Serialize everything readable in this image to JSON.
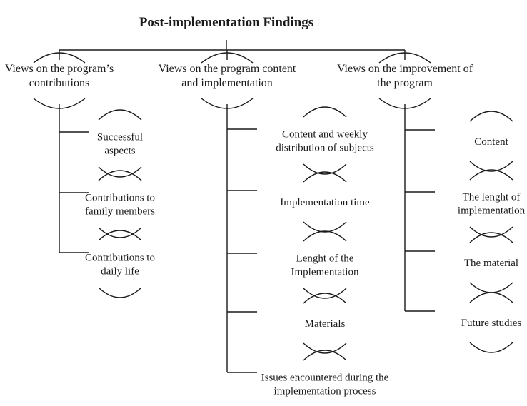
{
  "title": "Post-implementation Findings",
  "categories": [
    {
      "lines": [
        "Views on the program’s",
        "contributions"
      ],
      "items": [
        {
          "lines": [
            "Successful",
            "aspects"
          ]
        },
        {
          "lines": [
            "Contributions to",
            "family members"
          ]
        },
        {
          "lines": [
            "Contributions to",
            "daily life"
          ]
        }
      ]
    },
    {
      "lines": [
        "Views on the program content",
        "and implementation"
      ],
      "items": [
        {
          "lines": [
            "Content and weekly",
            "distribution of subjects"
          ]
        },
        {
          "lines": [
            "Implementation time"
          ]
        },
        {
          "lines": [
            "Lenght of the",
            "Implementation"
          ]
        },
        {
          "lines": [
            "Materials"
          ]
        },
        {
          "lines": [
            "Issues encountered during the",
            "implementation process"
          ]
        }
      ]
    },
    {
      "lines": [
        "Views on the improvement of",
        "the program"
      ],
      "items": [
        {
          "lines": [
            "Content"
          ]
        },
        {
          "lines": [
            "The lenght of",
            "implementation"
          ]
        },
        {
          "lines": [
            "The material"
          ]
        },
        {
          "lines": [
            "Future studies"
          ]
        }
      ]
    }
  ]
}
